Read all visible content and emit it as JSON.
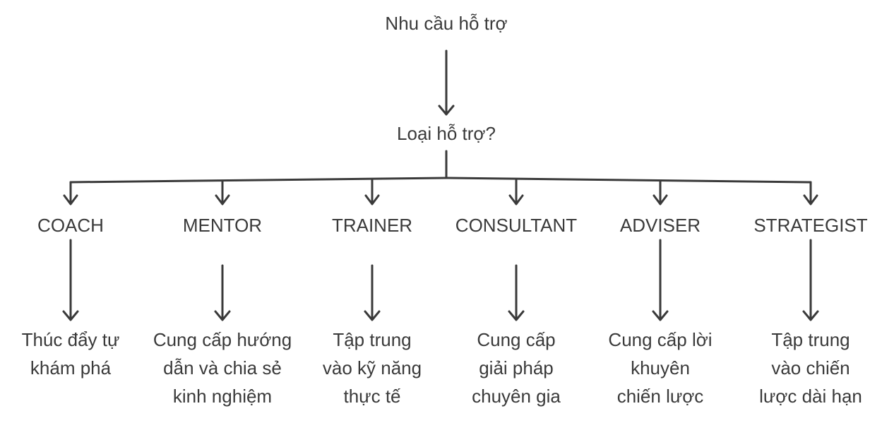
{
  "root": {
    "label": "Nhu cầu hỗ trợ"
  },
  "question": {
    "label": "Loại hỗ trợ?"
  },
  "branches": [
    {
      "role": "COACH",
      "description": "Thúc đẩy tự\nkhám phá"
    },
    {
      "role": "MENTOR",
      "description": "Cung cấp hướng\ndẫn và chia sẻ\nkinh nghiệm"
    },
    {
      "role": "TRAINER",
      "description": "Tập trung\nvào kỹ năng\nthực tế"
    },
    {
      "role": "CONSULTANT",
      "description": "Cung cấp\ngiải pháp\nchuyên gia"
    },
    {
      "role": "ADVISER",
      "description": "Cung cấp lời\nkhuyên\nchiến lược"
    },
    {
      "role": "STRATEGIST",
      "description": "Tập trung\nvào chiến\nlược dài hạn"
    }
  ],
  "colors": {
    "line": "#3a3a3a",
    "text": "#3a3a3a",
    "background": "#ffffff"
  }
}
